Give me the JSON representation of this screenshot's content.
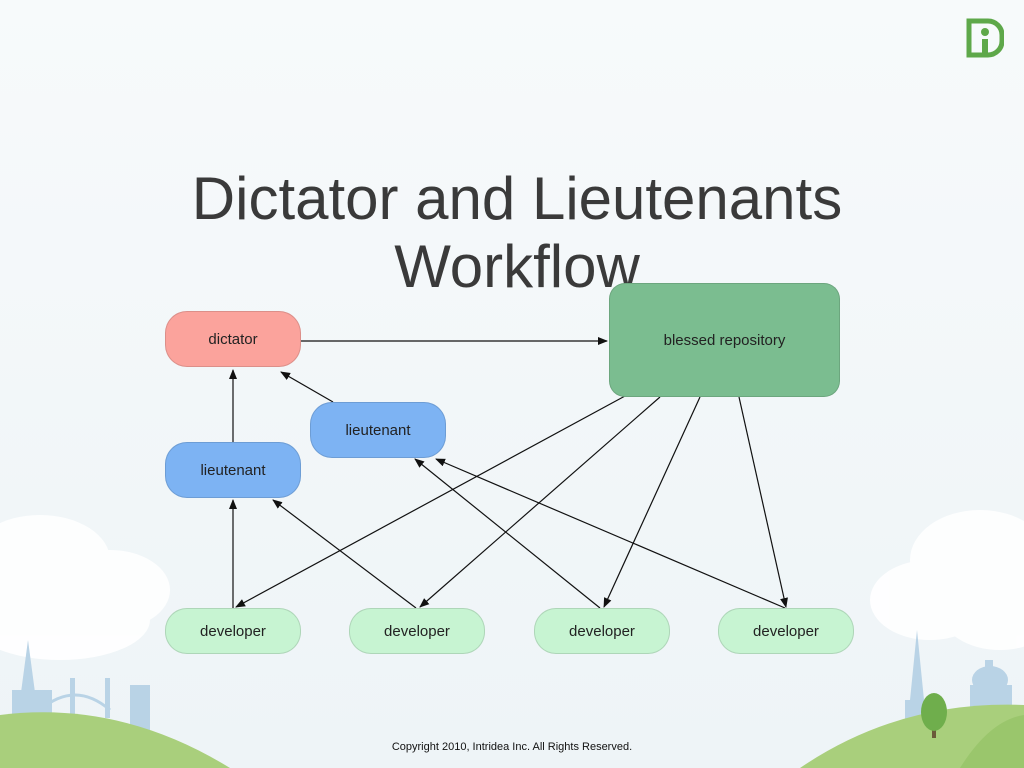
{
  "slide": {
    "title_line1": "Dictator and Lieutenants",
    "title_line2": "Workflow",
    "footer": "Copyright 2010, Intridea Inc.  All Rights Reserved."
  },
  "diagram": {
    "nodes": {
      "dictator": "dictator",
      "blessed_repository": "blessed repository",
      "lieutenant_1": "lieutenant",
      "lieutenant_2": "lieutenant",
      "developer_1": "developer",
      "developer_2": "developer",
      "developer_3": "developer",
      "developer_4": "developer"
    },
    "edges": [
      {
        "from": "dictator",
        "to": "blessed_repository"
      },
      {
        "from": "lieutenant_2",
        "to": "dictator"
      },
      {
        "from": "lieutenant_1",
        "to": "dictator"
      },
      {
        "from": "developer_1",
        "to": "lieutenant_1"
      },
      {
        "from": "developer_2",
        "to": "lieutenant_1"
      },
      {
        "from": "developer_3",
        "to": "lieutenant_2"
      },
      {
        "from": "developer_4",
        "to": "lieutenant_2"
      },
      {
        "from": "blessed_repository",
        "to": "developer_1"
      },
      {
        "from": "blessed_repository",
        "to": "developer_2"
      },
      {
        "from": "blessed_repository",
        "to": "developer_3"
      },
      {
        "from": "blessed_repository",
        "to": "developer_4"
      }
    ]
  },
  "colors": {
    "dictator": "#fba39c",
    "lieutenant": "#7db3f3",
    "developer": "#c7f4d2",
    "repository": "#7bbd90",
    "logo": "#5ea84a"
  },
  "icons": {
    "logo": "intridea-logo-icon",
    "tree": "tree-icon"
  }
}
